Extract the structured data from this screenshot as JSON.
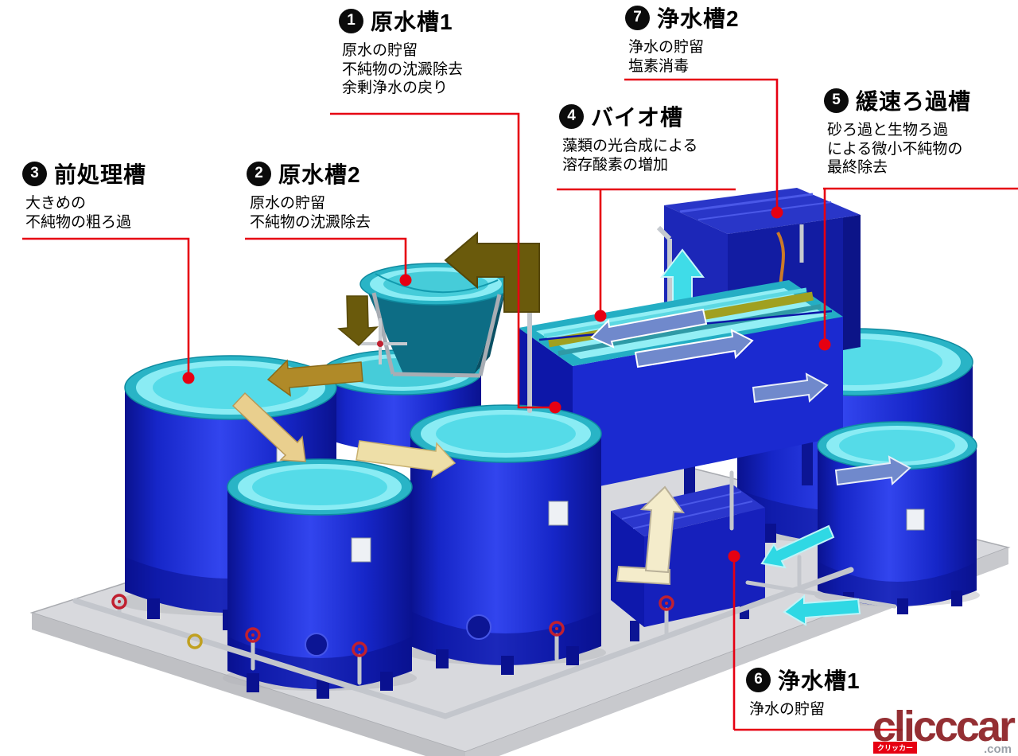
{
  "diagram": {
    "labels": [
      {
        "number": "1",
        "title": "原水槽1",
        "desc": "原水の貯留\n不純物の沈澱除去\n余剰浄水の戻り"
      },
      {
        "number": "2",
        "title": "原水槽2",
        "desc": "原水の貯留\n不純物の沈澱除去"
      },
      {
        "number": "3",
        "title": "前処理槽",
        "desc": "大きめの\n不純物の粗ろ過"
      },
      {
        "number": "4",
        "title": "バイオ槽",
        "desc": "藻類の光合成による\n溶存酸素の増加"
      },
      {
        "number": "5",
        "title": "緩速ろ過槽",
        "desc": "砂ろ過と生物ろ過\nによる微小不純物の\n最終除去"
      },
      {
        "number": "6",
        "title": "浄水槽1",
        "desc": "浄水の貯留"
      },
      {
        "number": "7",
        "title": "浄水槽2",
        "desc": "浄水の貯留\n塩素消毒"
      }
    ],
    "watermark": {
      "brand": "clicccar",
      "tld": ".com",
      "badge": "クリッカー"
    },
    "colors": {
      "leader": "#e60012",
      "tank_blue": "#1626c8",
      "tank_blue_dark": "#0a128f",
      "cyan_top": "#8aecf4",
      "cyan_arrow": "#3fdce8",
      "steel_arrow": "#7089cc",
      "brown_arrow": "#6a5a0c",
      "gold_arrow": "#b08a28",
      "tan_arrow": "#e9cf8e",
      "platform": "#d8d9dd"
    }
  }
}
